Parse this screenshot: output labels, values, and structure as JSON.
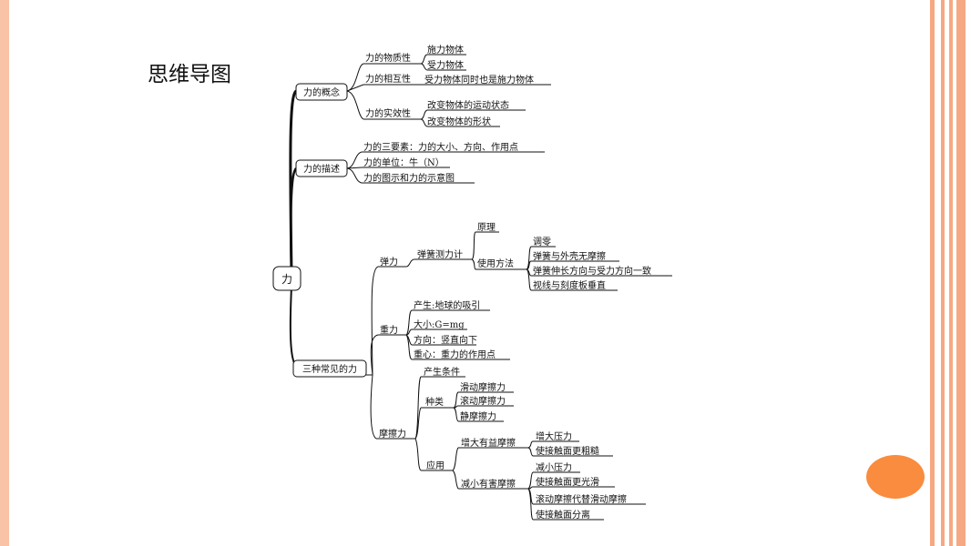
{
  "slide": {
    "title": "思维导图",
    "colors": {
      "left_border": "#f8c3a6",
      "right_stripes": "#f6a883",
      "accent_circle": "#f98c3f"
    }
  },
  "mindmap": {
    "root": "力",
    "concept": {
      "label": "力的概念",
      "material": {
        "label": "力的物质性",
        "items": [
          "施力物体",
          "受力物体"
        ]
      },
      "mutual": {
        "label": "力的相互性",
        "item": "受力物体同时也是施力物体"
      },
      "effect": {
        "label": "力的实效性",
        "items": [
          "改变物体的运动状态",
          "改变物体的形状"
        ]
      }
    },
    "description": {
      "label": "力的描述",
      "items": [
        "力的三要素：力的大小、方向、作用点",
        "力的单位：牛（N）",
        "力的图示和力的示意图"
      ]
    },
    "three": {
      "label": "三种常见的力",
      "elastic": {
        "label": "弹力",
        "spring": {
          "label": "弹簧测力计",
          "principle": "原理",
          "usage": {
            "label": "使用方法",
            "items": [
              "调零",
              "弹簧与外壳无摩擦",
              "弹簧伸长方向与受力方向一致",
              "视线与刻度板垂直"
            ]
          }
        }
      },
      "gravity": {
        "label": "重力",
        "items": [
          "产生:地球的吸引",
          "大小:G=mg",
          "方向：竖直向下",
          "重心：重力的作用点"
        ]
      },
      "friction": {
        "label": "摩擦力",
        "condition": "产生条件",
        "kinds": {
          "label": "种类",
          "items": [
            "滑动摩擦力",
            "滚动摩擦力",
            "静摩擦力"
          ]
        },
        "application": {
          "label": "应用",
          "increase": {
            "label": "增大有益摩擦",
            "items": [
              "增大压力",
              "使接触面更粗糙"
            ]
          },
          "decrease": {
            "label": "减小有害摩擦",
            "items": [
              "减小压力",
              "使接触面更光滑",
              "滚动摩擦代替滑动摩擦",
              "使接触面分离"
            ]
          }
        }
      }
    }
  }
}
